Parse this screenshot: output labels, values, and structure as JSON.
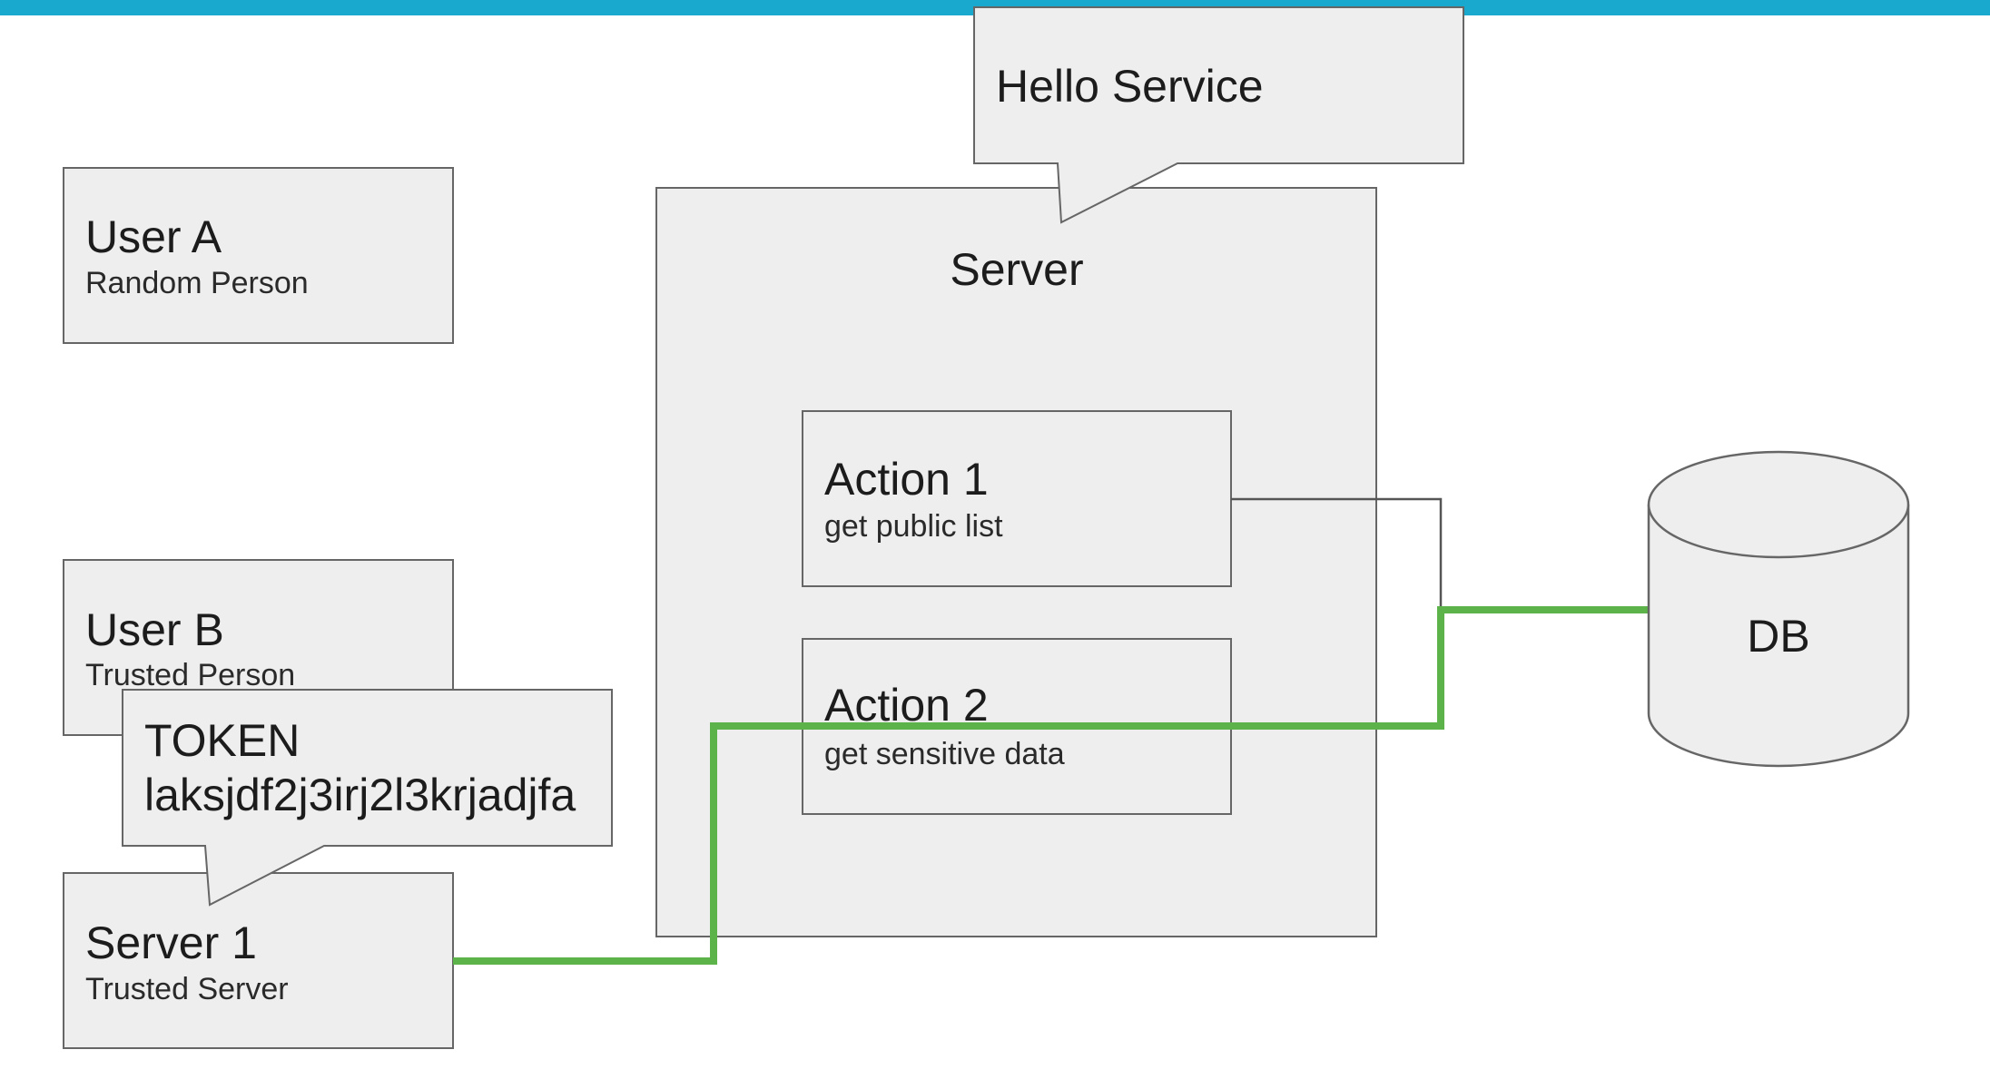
{
  "colors": {
    "top_bar": "#19a9cf",
    "box_fill": "#eeeeee",
    "box_stroke": "#666666",
    "green_link": "#5cb349",
    "gray_link": "#555555"
  },
  "nodes": {
    "user_a": {
      "title": "User A",
      "subtitle": "Random Person"
    },
    "user_b": {
      "title": "User B",
      "subtitle": "Trusted Person"
    },
    "server_1": {
      "title": "Server 1",
      "subtitle": "Trusted Server"
    },
    "token_callout": {
      "line1": "TOKEN",
      "line2": "laksjdf2j3irj2l3krjadjfa"
    },
    "hello_service_callout": {
      "label": "Hello Service"
    },
    "server": {
      "label": "Server"
    },
    "action_1": {
      "title": "Action 1",
      "subtitle": "get public list"
    },
    "action_2": {
      "title": "Action 2",
      "subtitle": "get sensitive data"
    },
    "db": {
      "label": "DB"
    }
  }
}
